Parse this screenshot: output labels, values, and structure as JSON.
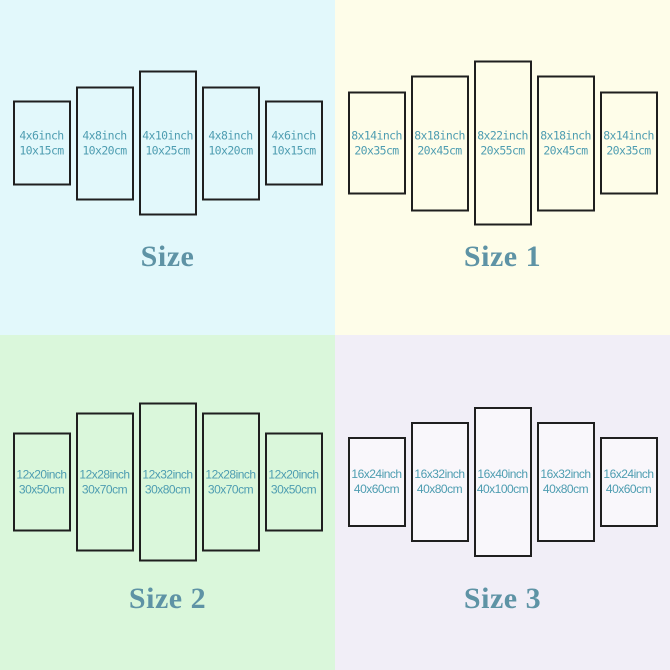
{
  "quadrants": [
    {
      "title": "Size",
      "bg": "#E2F8FB",
      "panels": [
        {
          "inch": "4x6inch",
          "cm": "10x15cm"
        },
        {
          "inch": "4x8inch",
          "cm": "10x20cm"
        },
        {
          "inch": "4x10inch",
          "cm": "10x25cm"
        },
        {
          "inch": "4x8inch",
          "cm": "10x20cm"
        },
        {
          "inch": "4x6inch",
          "cm": "10x15cm"
        }
      ]
    },
    {
      "title": "Size 1",
      "bg": "#FEFDE9",
      "panels": [
        {
          "inch": "8x14inch",
          "cm": "20x35cm"
        },
        {
          "inch": "8x18inch",
          "cm": "20x45cm"
        },
        {
          "inch": "8x22inch",
          "cm": "20x55cm"
        },
        {
          "inch": "8x18inch",
          "cm": "20x45cm"
        },
        {
          "inch": "8x14inch",
          "cm": "20x35cm"
        }
      ]
    },
    {
      "title": "Size 2",
      "bg": "#DAF7DB",
      "panels": [
        {
          "inch": "12x20inch",
          "cm": "30x50cm"
        },
        {
          "inch": "12x28inch",
          "cm": "30x70cm"
        },
        {
          "inch": "12x32inch",
          "cm": "30x80cm"
        },
        {
          "inch": "12x28inch",
          "cm": "30x70cm"
        },
        {
          "inch": "12x20inch",
          "cm": "30x50cm"
        }
      ]
    },
    {
      "title": "Size 3",
      "bg": "#F1EEF7",
      "panels": [
        {
          "inch": "16x24inch",
          "cm": "40x60cm"
        },
        {
          "inch": "16x32inch",
          "cm": "40x80cm"
        },
        {
          "inch": "16x40inch",
          "cm": "40x100cm"
        },
        {
          "inch": "16x32inch",
          "cm": "40x80cm"
        },
        {
          "inch": "16x24inch",
          "cm": "40x60cm"
        }
      ]
    }
  ],
  "colors": {
    "panel_border": "#1F1F1F",
    "panel_text": "#4E9DB1",
    "title_text": "#5E93A5"
  }
}
